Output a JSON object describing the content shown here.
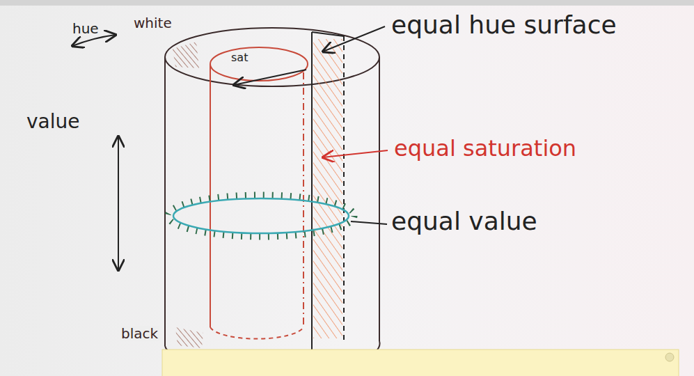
{
  "diagram": {
    "labels": [
      "hue",
      "equal hue surface",
      "white",
      "sat",
      "value",
      "equal saturation",
      "equal value",
      "black"
    ]
  }
}
